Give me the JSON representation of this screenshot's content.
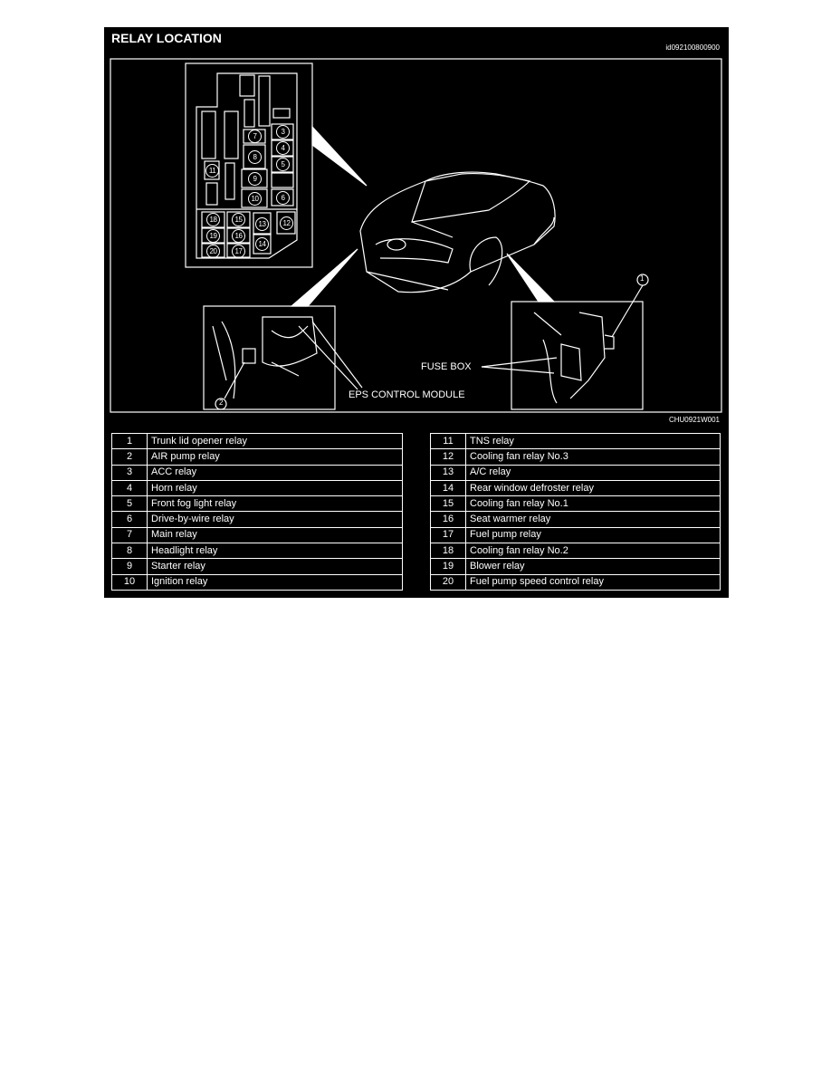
{
  "header": {
    "title": "RELAY LOCATION",
    "doc_id": "id092100800900"
  },
  "figure": {
    "figure_id": "CHU0921W001",
    "labels": {
      "fuse_box": "FUSE BOX",
      "eps_control_module": "EPS CONTROL MODULE",
      "callout_1": "1",
      "callout_2": "2"
    },
    "fuse_box_numbers": {
      "r3": "3",
      "r4": "4",
      "r5": "5",
      "r6": "6",
      "r7": "7",
      "r8": "8",
      "r9": "9",
      "r10": "10",
      "r11": "11",
      "r12": "12",
      "r13": "13",
      "r14": "14",
      "r15": "15",
      "r16": "16",
      "r17": "17",
      "r18": "18",
      "r19": "19",
      "r20": "20"
    }
  },
  "relays_left": [
    {
      "no": "1",
      "name": "Trunk lid opener relay"
    },
    {
      "no": "2",
      "name": "AIR pump relay"
    },
    {
      "no": "3",
      "name": "ACC relay"
    },
    {
      "no": "4",
      "name": "Horn relay"
    },
    {
      "no": "5",
      "name": "Front fog light relay"
    },
    {
      "no": "6",
      "name": "Drive-by-wire relay"
    },
    {
      "no": "7",
      "name": "Main relay"
    },
    {
      "no": "8",
      "name": "Headlight relay"
    },
    {
      "no": "9",
      "name": "Starter relay"
    },
    {
      "no": "10",
      "name": "Ignition relay"
    }
  ],
  "relays_right": [
    {
      "no": "11",
      "name": "TNS relay"
    },
    {
      "no": "12",
      "name": "Cooling fan relay No.3"
    },
    {
      "no": "13",
      "name": "A/C relay"
    },
    {
      "no": "14",
      "name": "Rear window defroster relay"
    },
    {
      "no": "15",
      "name": "Cooling fan relay No.1"
    },
    {
      "no": "16",
      "name": "Seat warmer relay"
    },
    {
      "no": "17",
      "name": "Fuel pump relay"
    },
    {
      "no": "18",
      "name": "Cooling fan relay No.2"
    },
    {
      "no": "19",
      "name": "Blower relay"
    },
    {
      "no": "20",
      "name": "Fuel pump speed control relay"
    }
  ]
}
